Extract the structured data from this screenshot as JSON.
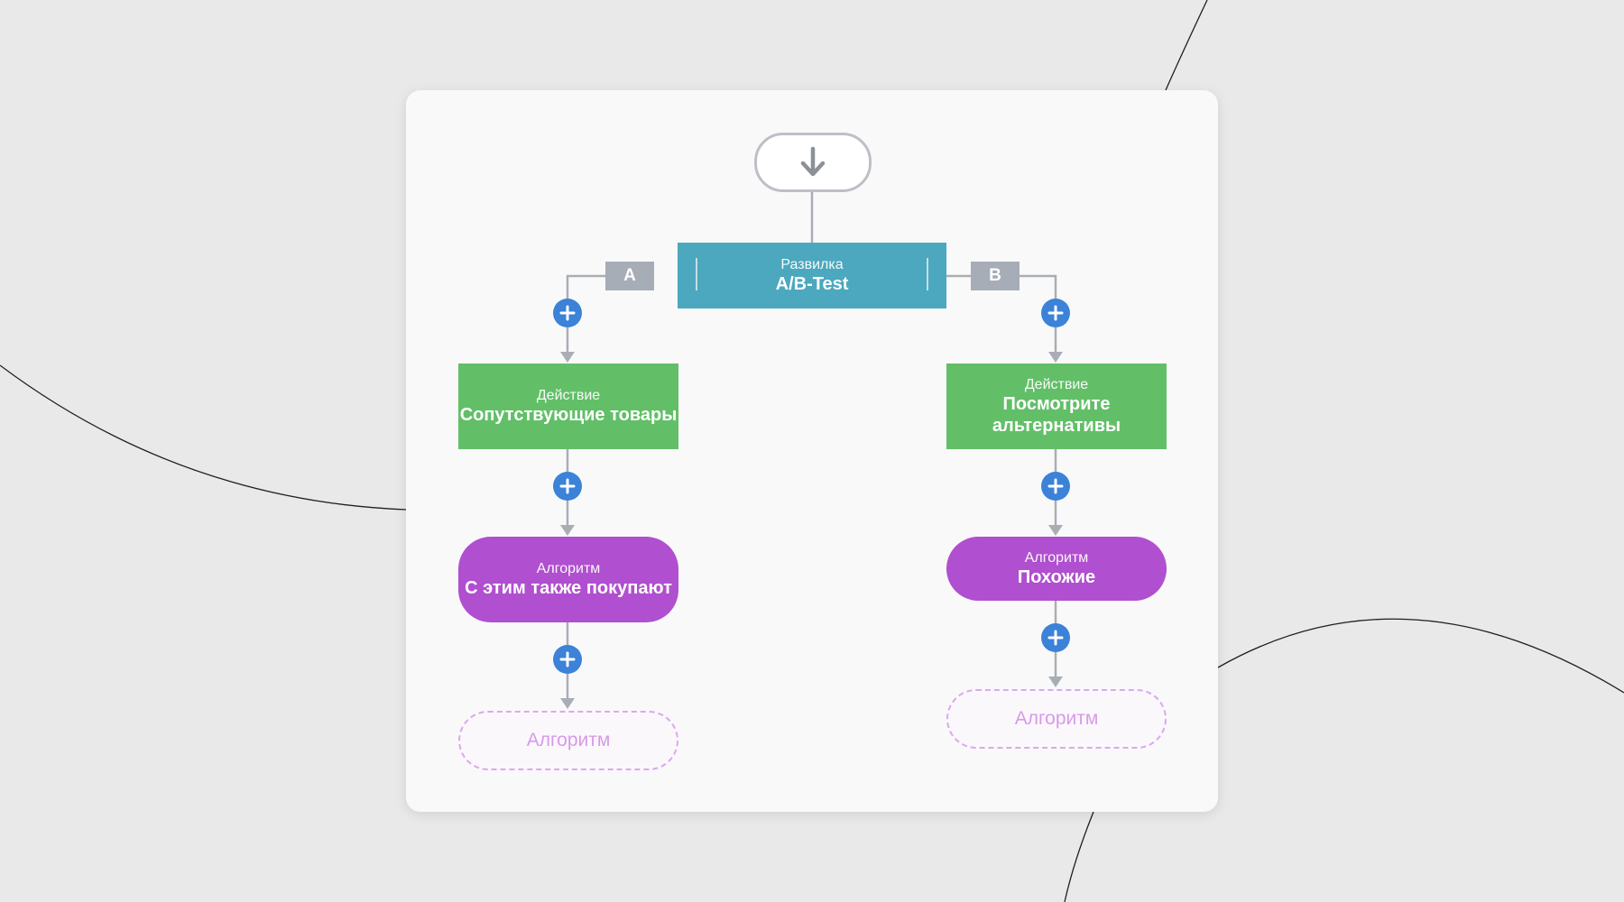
{
  "flow": {
    "fork": {
      "caption": "Развилка",
      "title": "A/B-Test"
    },
    "branches": {
      "a": {
        "tag": "A",
        "action": {
          "caption": "Действие",
          "title": "Сопутствующие товары"
        },
        "algorithm": {
          "caption": "Алгоритм",
          "title": "С этим также покупают"
        },
        "placeholder": "Алгоритм"
      },
      "b": {
        "tag": "B",
        "action": {
          "caption": "Действие",
          "title": "Посмотрите альтернативы"
        },
        "algorithm": {
          "caption": "Алгоритм",
          "title": "Похожие"
        },
        "placeholder": "Алгоритм"
      }
    }
  },
  "colors": {
    "fork": "#4ba8be",
    "action": "#62bf68",
    "algorithm": "#b04fcf",
    "add": "#3b82d8",
    "connector": "#a9aeb5"
  },
  "icons": {
    "start": "arrow-down-icon",
    "add": "plus-icon"
  }
}
